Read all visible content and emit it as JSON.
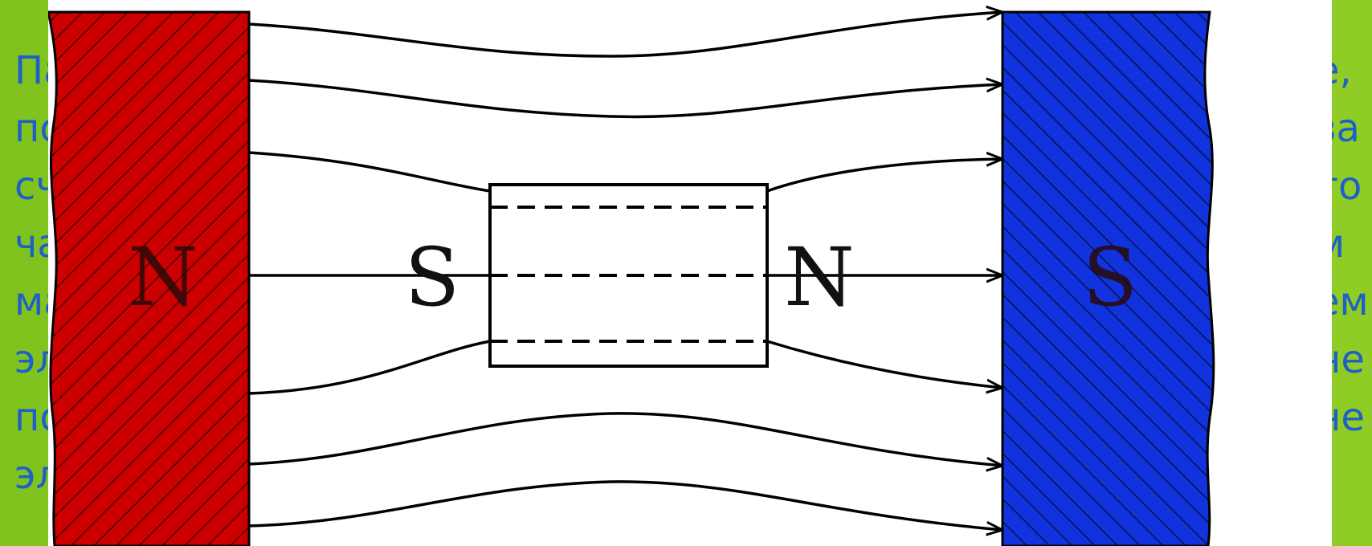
{
  "background_text": {
    "left_fragments": [
      "Па",
      "по",
      "сч",
      "ча",
      "ма",
      "эл",
      "по",
      "эл"
    ],
    "right_fragments": [
      "е,",
      "за",
      "то",
      "м",
      "ем",
      "не",
      "не",
      ""
    ]
  },
  "diagram": {
    "left_magnet": {
      "pole": "N",
      "color": "#cc0000"
    },
    "right_magnet": {
      "pole": "S",
      "color": "#1133dd"
    },
    "inner_sample": {
      "left_pole": "S",
      "right_pole": "N"
    }
  }
}
